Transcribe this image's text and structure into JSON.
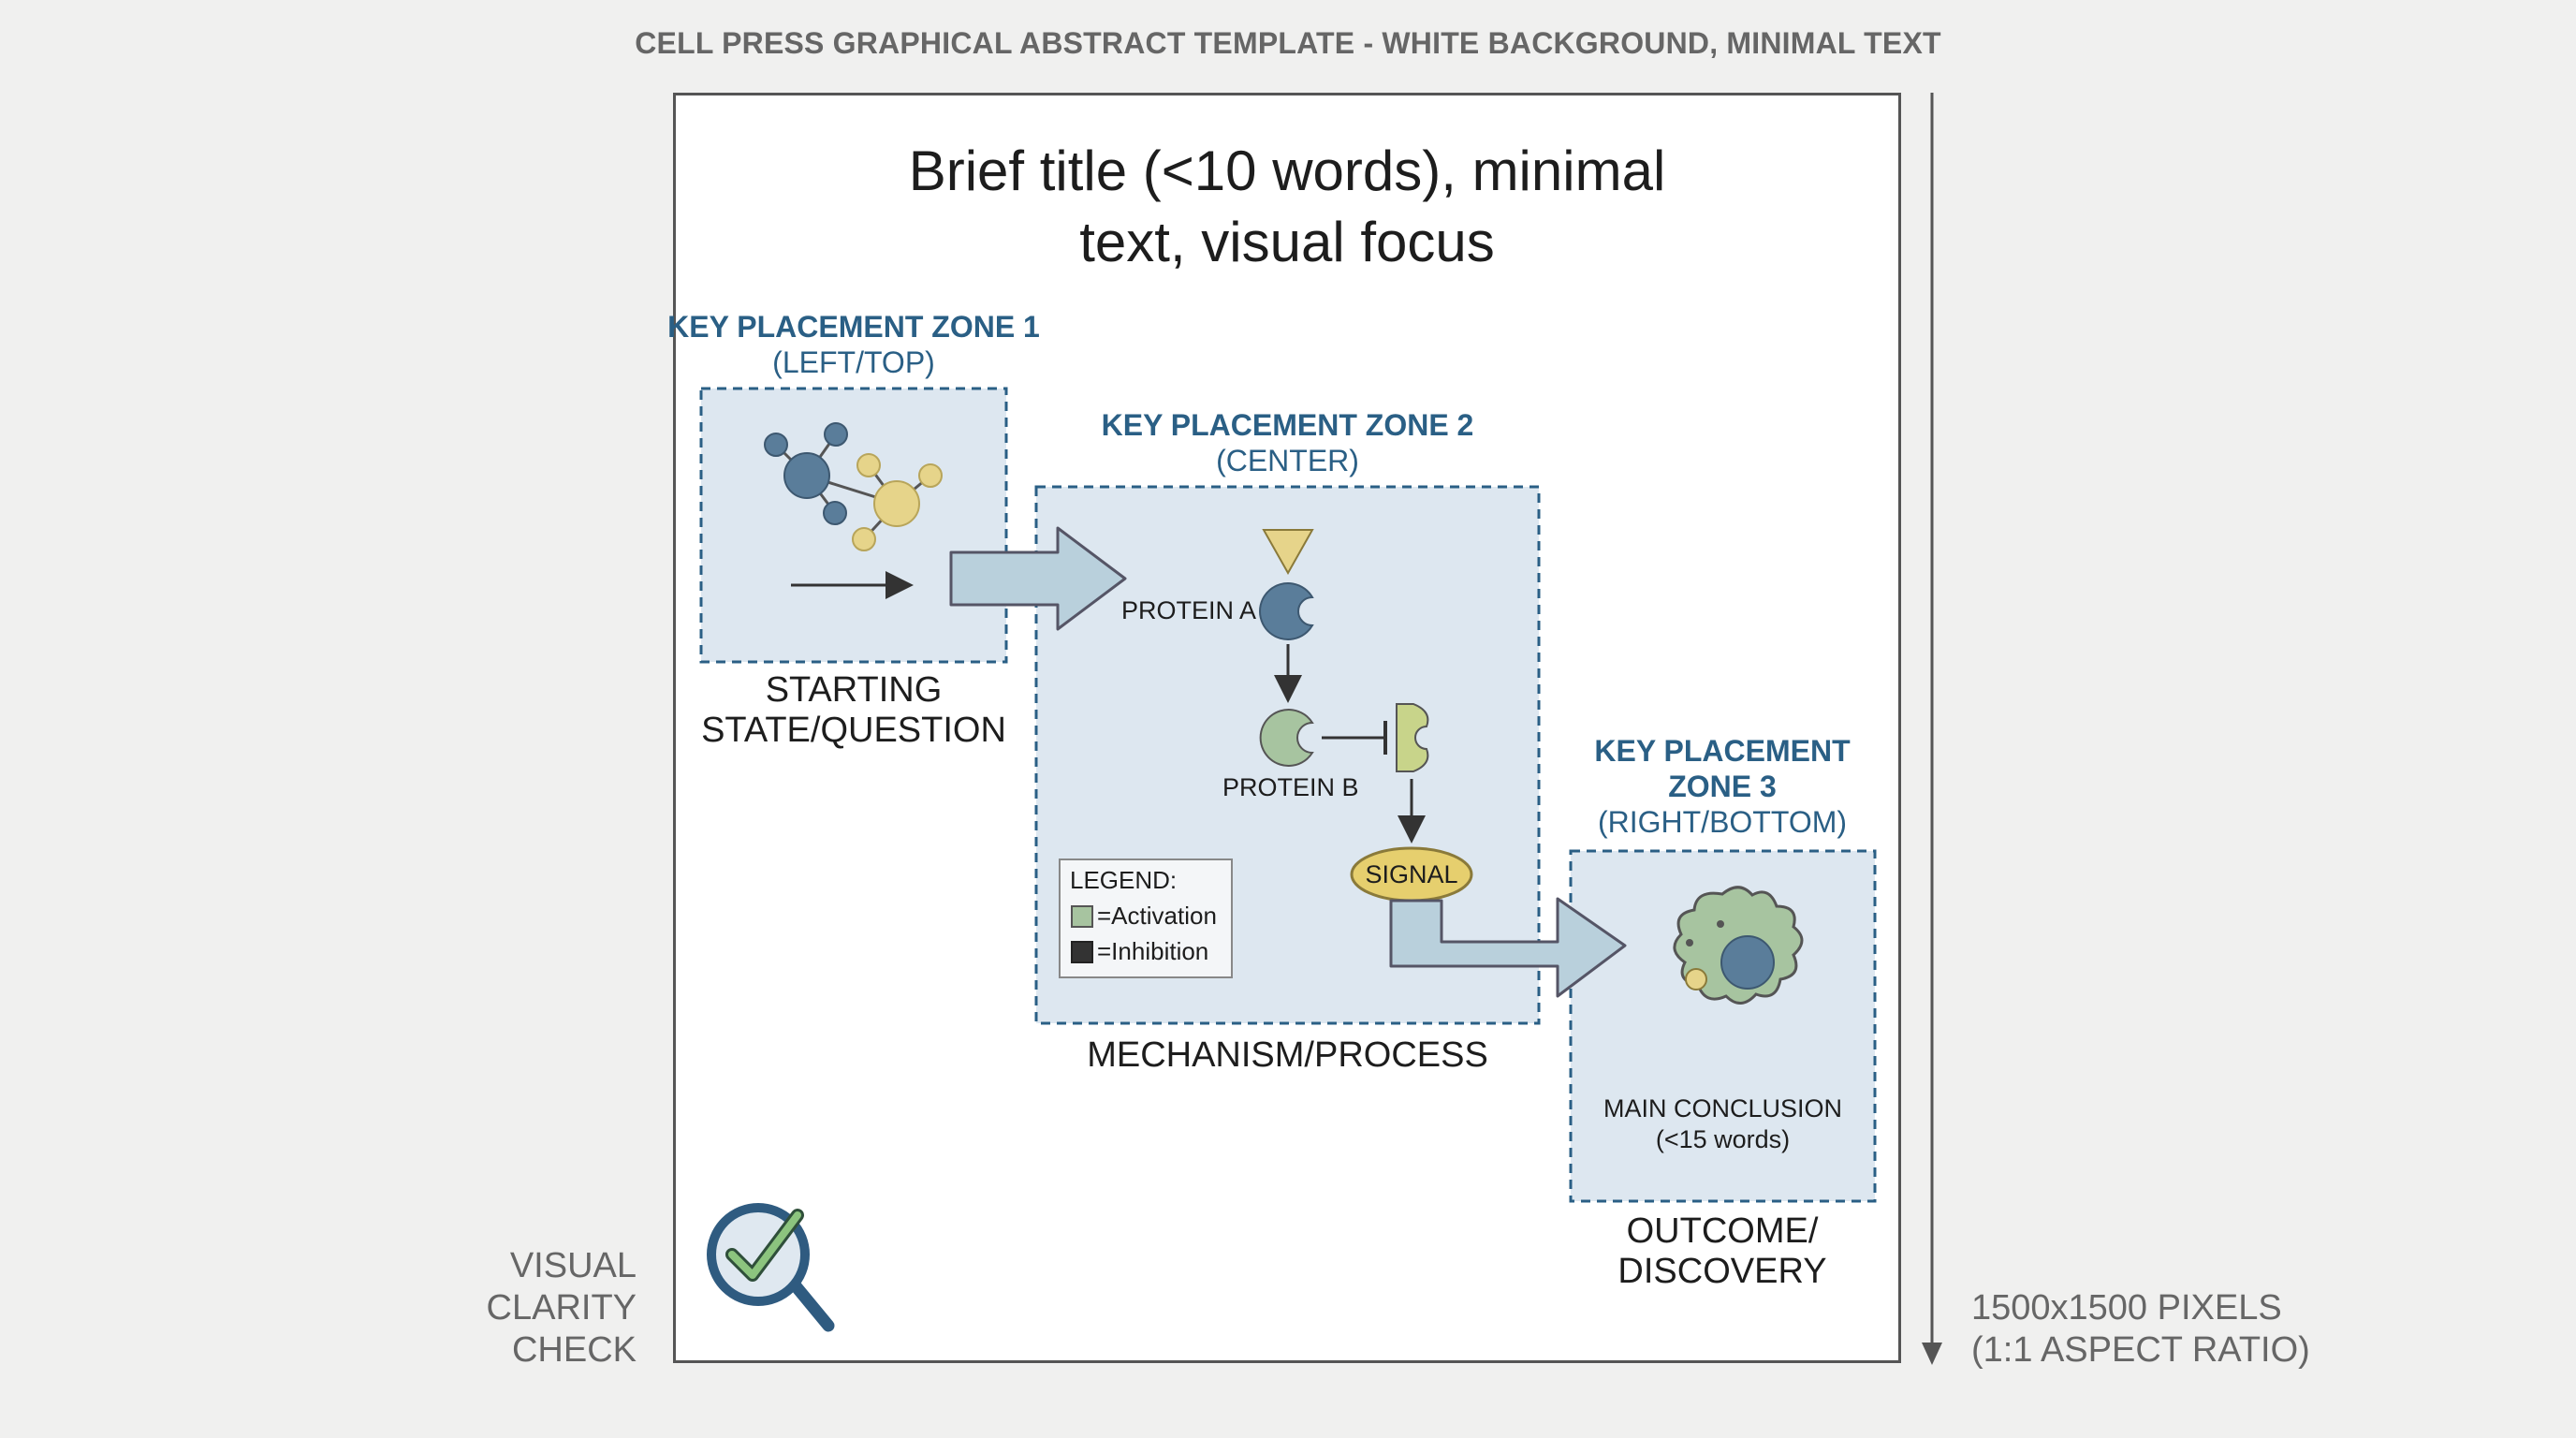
{
  "header": "CELL PRESS GRAPHICAL ABSTRACT TEMPLATE - WHITE BACKGROUND, MINIMAL TEXT",
  "title_lines": [
    "Brief title (<10 words), minimal",
    "text, visual focus"
  ],
  "zone1": {
    "label": "KEY PLACEMENT ZONE 1",
    "sub": "(LEFT/TOP)",
    "caption_lines": [
      "STARTING",
      "STATE/QUESTION"
    ]
  },
  "zone2": {
    "label": "KEY PLACEMENT ZONE 2",
    "sub": "(CENTER)",
    "caption": "MECHANISM/PROCESS"
  },
  "zone3": {
    "label_lines": [
      "KEY PLACEMENT",
      "ZONE 3"
    ],
    "sub": "(RIGHT/BOTTOM)",
    "conclusion_lines": [
      "MAIN CONCLUSION",
      "(<15 words)"
    ],
    "caption_lines": [
      "OUTCOME/",
      "DISCOVERY"
    ]
  },
  "mechanism": {
    "protein_a": "PROTEIN A",
    "protein_b": "PROTEIN B",
    "signal": "SIGNAL"
  },
  "legend": {
    "title": "LEGEND:",
    "activation": "=Activation",
    "inhibition": "=Inhibition"
  },
  "visual_check_lines": [
    "VISUAL",
    "CLARITY",
    "CHECK"
  ],
  "dimensions_lines": [
    "1500x1500 PIXELS",
    "(1:1 ASPECT RATIO)"
  ],
  "colors": {
    "zone_border": "#2a5f85",
    "zone_fill": "#dde7f0",
    "arrow_fill": "#b9d0dc",
    "blue_node": "#5a7d9a",
    "yellow_node": "#e6d48a",
    "green_node": "#a7c4a0",
    "signal": "#e6cf6e"
  },
  "icons": [
    "magnifier-check-icon",
    "molecule-icon",
    "cell-icon"
  ]
}
